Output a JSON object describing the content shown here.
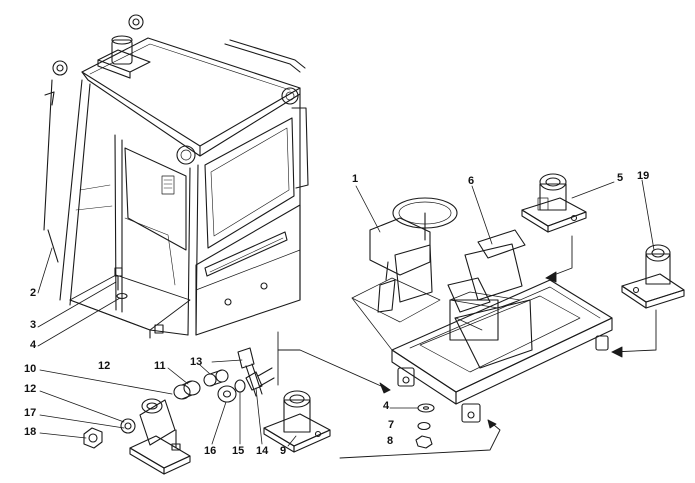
{
  "callouts": {
    "c1": "1",
    "c2": "2",
    "c3": "3",
    "c4a": "4",
    "c4b": "4",
    "c5": "5",
    "c6": "6",
    "c7": "7",
    "c8": "8",
    "c9": "9",
    "c10": "10",
    "c11": "11",
    "c12a": "12",
    "c12b": "12",
    "c13": "13",
    "c14": "14",
    "c15": "15",
    "c16": "16",
    "c17": "17",
    "c18": "18",
    "c19": "19"
  }
}
